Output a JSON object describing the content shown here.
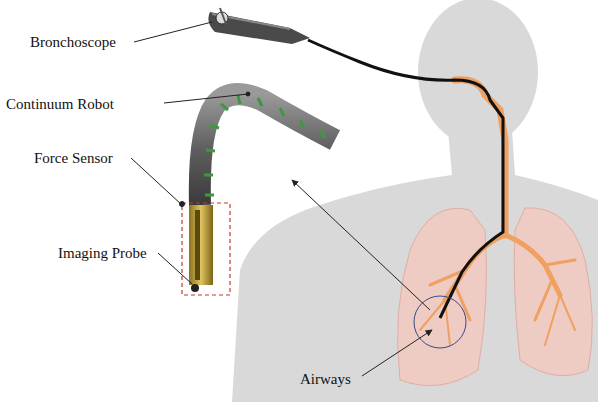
{
  "diagram": {
    "labels": [
      "Bronchoscope",
      "Continuum Robot",
      "Force Sensor",
      "Imaging Probe",
      "Airways"
    ]
  }
}
